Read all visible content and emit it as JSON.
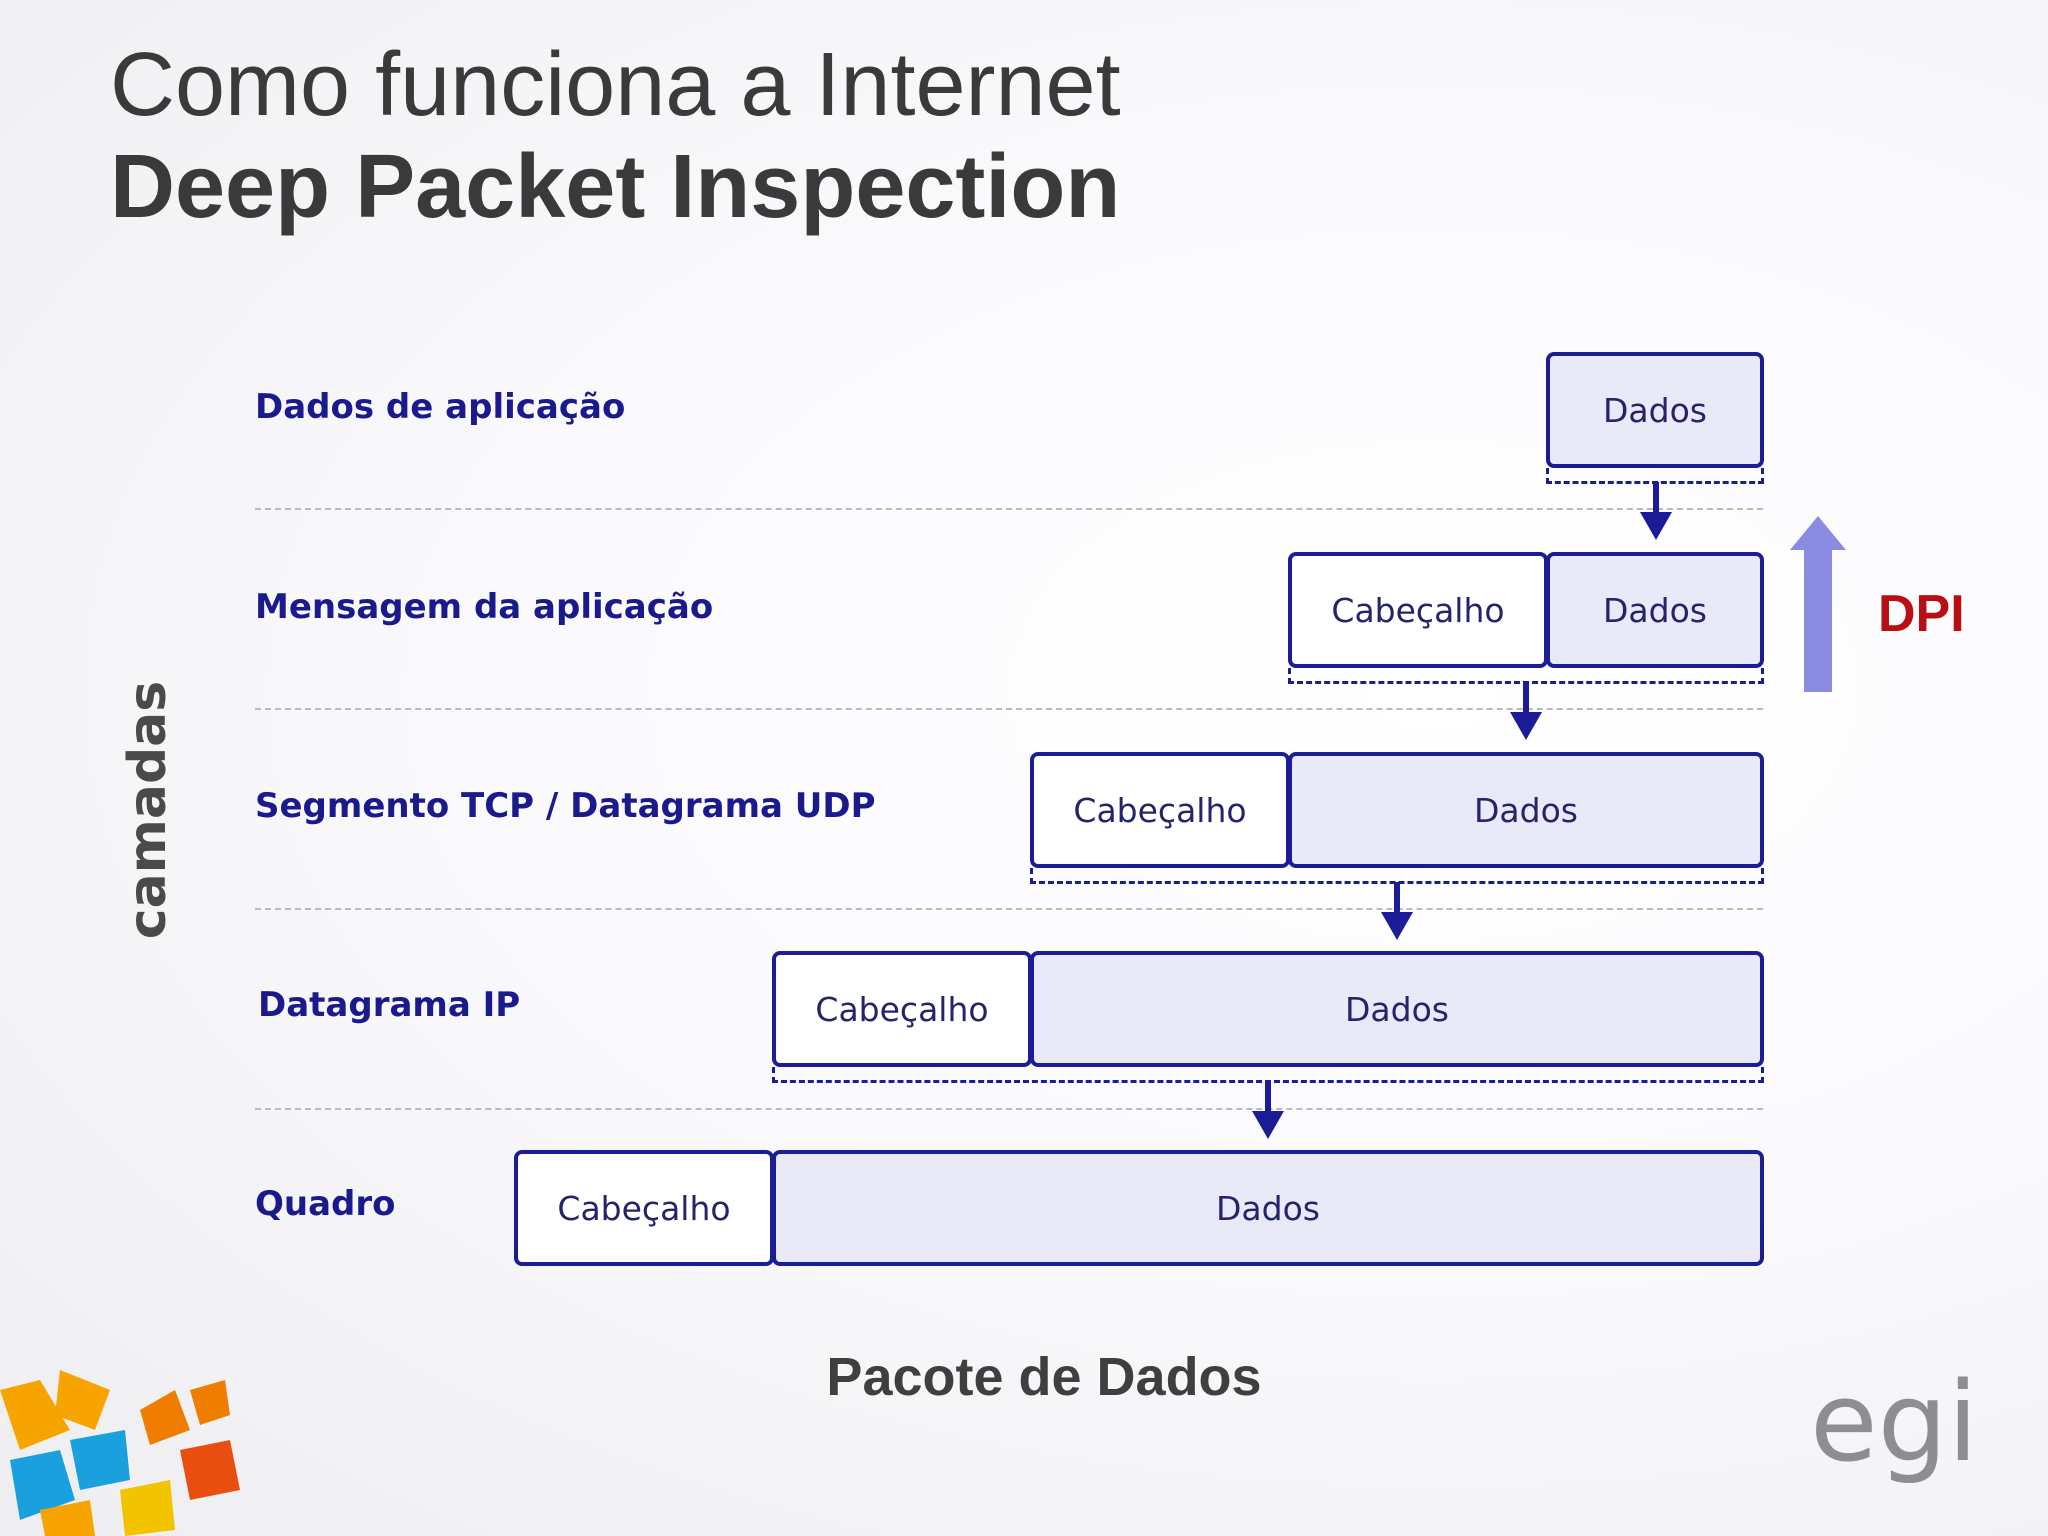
{
  "title": "Como funciona a Internet",
  "subtitle": "Deep Packet Inspection",
  "axis_label": "camadas",
  "layers": [
    {
      "label": "Dados de aplicação",
      "header": "",
      "data": "Dados"
    },
    {
      "label": "Mensagem da aplicação",
      "header": "Cabeçalho",
      "data": "Dados"
    },
    {
      "label": "Segmento TCP / Datagrama UDP",
      "header": "Cabeçalho",
      "data": "Dados"
    },
    {
      "label": "Datagrama IP",
      "header": "Cabeçalho",
      "data": "Dados"
    },
    {
      "label": "Quadro",
      "header": "Cabeçalho",
      "data": "Dados"
    }
  ],
  "dpi_label": "DPI",
  "footer": "Pacote de Dados",
  "logo_text": "egi",
  "colors": {
    "box_border": "#1c1c96",
    "data_fill": "#e9e9f8",
    "label_text": "#1a1a8c",
    "dpi_arrow": "#8a8ae0",
    "dpi_text": "#b80f14"
  }
}
